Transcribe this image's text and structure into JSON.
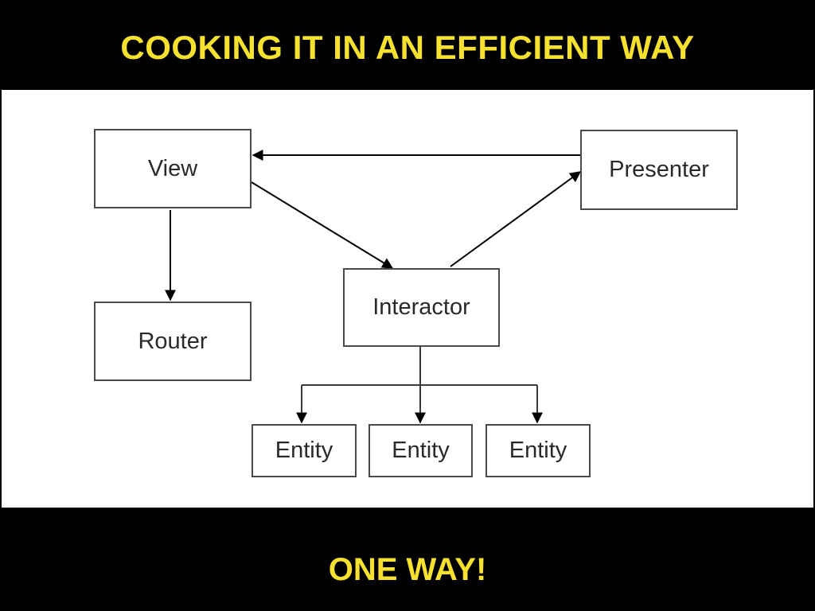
{
  "title": "COOKING IT IN AN EFFICIENT WAY",
  "footer": "ONE WAY!",
  "colors": {
    "background": "#000000",
    "accent": "#f7e12f",
    "panel": "#ffffff",
    "box_border": "#4a4a4a",
    "arrow": "#000000"
  },
  "diagram": {
    "nodes": {
      "view": "View",
      "presenter": "Presenter",
      "interactor": "Interactor",
      "router": "Router",
      "entity_1": "Entity",
      "entity_2": "Entity",
      "entity_3": "Entity"
    },
    "edges": [
      {
        "from": "presenter",
        "to": "view"
      },
      {
        "from": "view",
        "to": "interactor"
      },
      {
        "from": "interactor",
        "to": "presenter"
      },
      {
        "from": "view",
        "to": "router"
      },
      {
        "from": "interactor",
        "to": "entity_1"
      },
      {
        "from": "interactor",
        "to": "entity_2"
      },
      {
        "from": "interactor",
        "to": "entity_3"
      }
    ]
  }
}
